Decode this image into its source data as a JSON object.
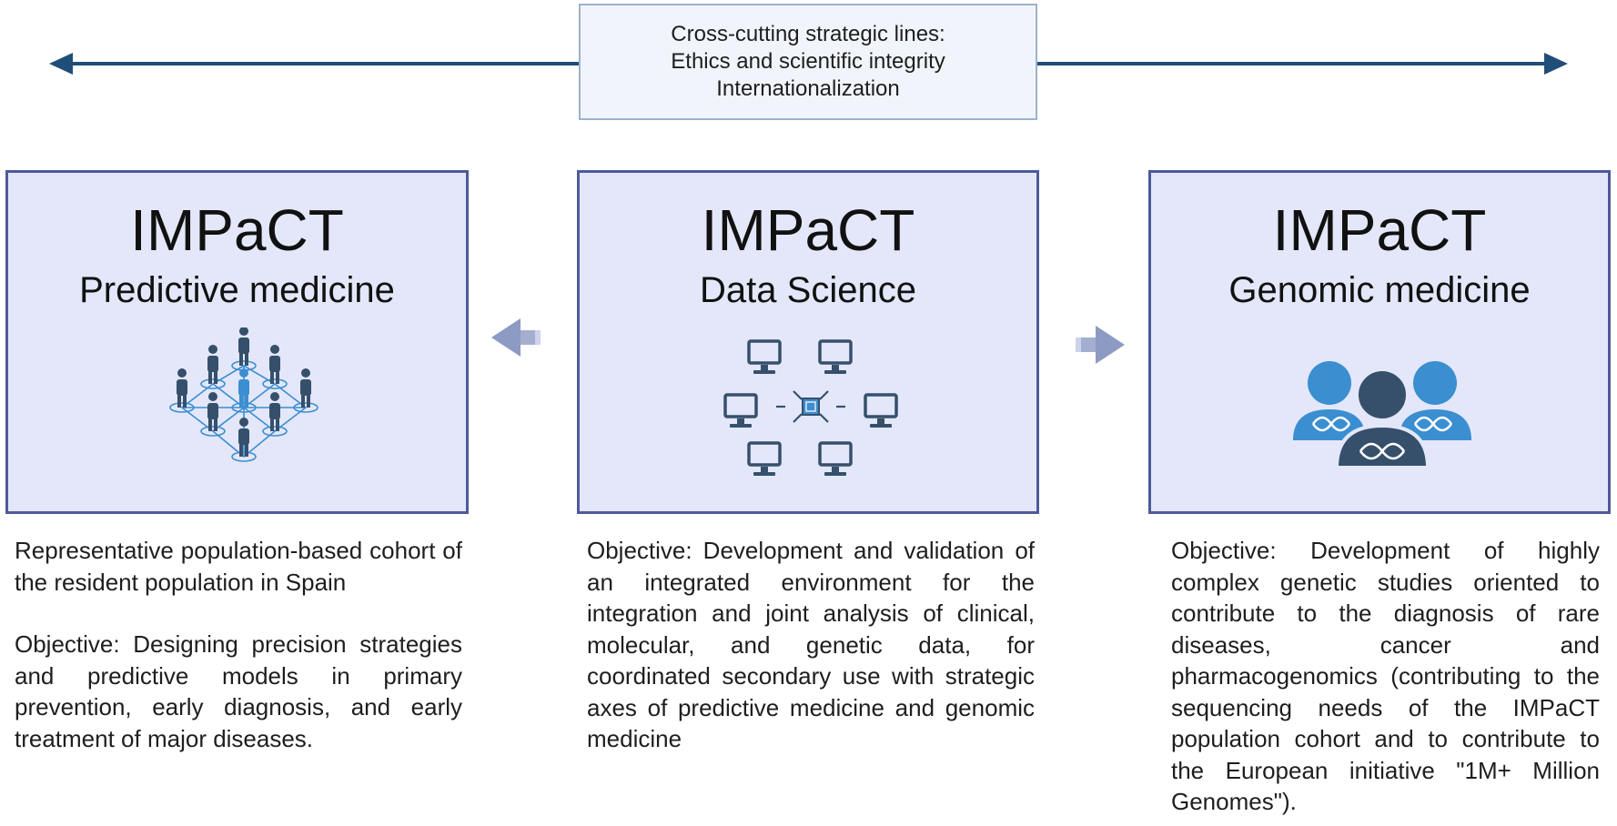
{
  "cross_cutting": {
    "lines": [
      "Cross-cutting strategic lines:",
      "Ethics and scientific integrity",
      "Internationalization"
    ]
  },
  "panels": [
    {
      "brand": "IMPaCT",
      "subtitle": "Predictive medicine",
      "icon": "population-network-icon",
      "description": [
        "Representative population-based cohort of the resident population in Spain",
        "Objective: Designing precision strategies and predictive models in primary prevention, early diagnosis, and early treatment of major diseases."
      ]
    },
    {
      "brand": "IMPaCT",
      "subtitle": "Data Science",
      "icon": "computer-network-icon",
      "description": [
        "Objective: Development and validation of an integrated environment for the integration and joint analysis of clinical, molecular, and genetic data, for coordinated secondary use with strategic axes of predictive medicine and genomic medicine"
      ]
    },
    {
      "brand": "IMPaCT",
      "subtitle": "Genomic medicine",
      "icon": "people-dna-icon",
      "description": [
        "Objective: Development of highly complex genetic studies oriented to contribute to the diagnosis of rare diseases, cancer and pharmacogenomics (contributing to the sequencing needs of the IMPaCT population cohort and to contribute to the European initiative \"1M+ Million Genomes\")."
      ]
    }
  ],
  "colors": {
    "panel_fill": "#e3e7f9",
    "panel_border": "#4e5a9b",
    "arrow_navy": "#1f4e79",
    "icon_blue": "#3b8ed0",
    "icon_dark": "#36506b"
  }
}
